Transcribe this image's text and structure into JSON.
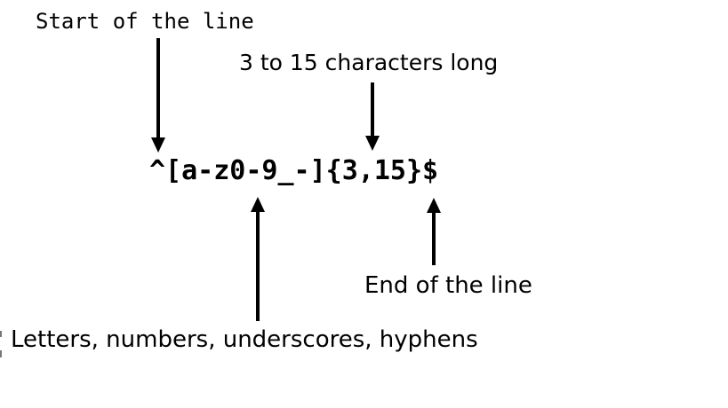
{
  "figure": {
    "regex": "^[a-z0-9_-]{3,15}$",
    "labels": {
      "start_of_line": "Start of the line",
      "length": "3 to 15 characters long",
      "end_of_line": "End of the line",
      "char_class": "Letters, numbers, underscores, hyphens"
    },
    "icons": {
      "arrow_down": "↓",
      "arrow_up": "↑"
    },
    "colors": {
      "ink": "#000000",
      "background": "#ffffff"
    }
  }
}
